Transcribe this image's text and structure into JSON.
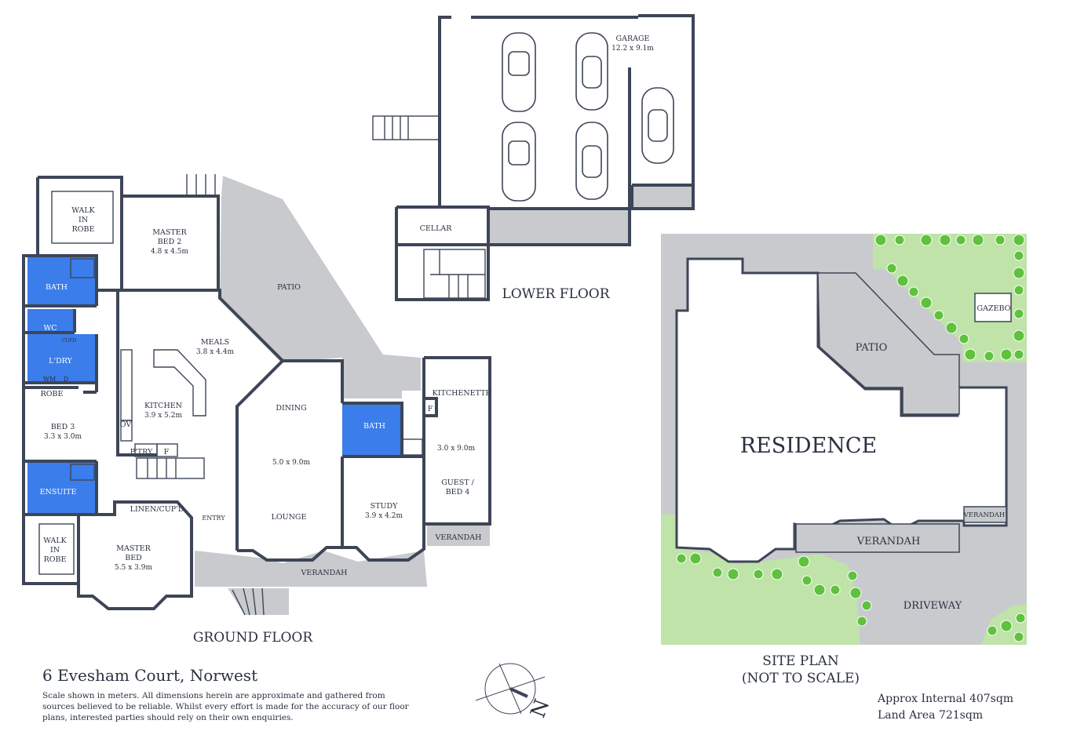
{
  "address": "6 Evesham Court, Norwest",
  "disclaimer": "Scale shown in meters. All dimensions herein are approximate and gathered from sources believed to be  reliable. Whilst every effort is made for the accuracy of our floor plans, interested parties should rely on their own enquiries.",
  "areas": {
    "internal": "Approx Internal 407sqm",
    "land": "Land Area 721sqm"
  },
  "floors": {
    "ground": "GROUND FLOOR",
    "lower": "LOWER FLOOR",
    "site": "SITE PLAN",
    "site_note": "(NOT TO SCALE)"
  },
  "compass": {
    "north": "N"
  },
  "lower_rooms": {
    "garage": "GARAGE",
    "garage_dim": "12.2 x 9.1m",
    "cellar": "CELLAR"
  },
  "ground_rooms": {
    "walk_in_robe": [
      "WALK",
      "IN",
      "ROBE"
    ],
    "master_bed2": [
      "MASTER",
      "BED 2",
      "4.8 x 4.5m"
    ],
    "patio": "PATIO",
    "bath1": "BATH",
    "wc": "WC",
    "cupd": "CUPD",
    "laundry": "L'DRY",
    "wm": "WM",
    "d": "D",
    "robe": "ROBE",
    "bed3": [
      "BED 3",
      "3.3 x 3.0m"
    ],
    "meals": [
      "MEALS",
      "3.8 x 4.4m"
    ],
    "kitchen": [
      "KITCHEN",
      "3.9 x 5.2m"
    ],
    "ov": "OV",
    "ptry": "P'TRY",
    "f1": "F",
    "dining": "DINING",
    "dining_dim": "5.0 x 9.0m",
    "lounge": "LOUNGE",
    "bath2": "BATH",
    "kitchenette": "KITCHENETTE",
    "f2": "F",
    "guest_dim": "3.0 x 9.0m",
    "guest": [
      "GUEST /",
      "BED 4"
    ],
    "ensuite": "ENSUITE",
    "linen": "LINEN/CUP'D",
    "walk_in_robe2": [
      "WALK",
      "IN",
      "ROBE"
    ],
    "master_bed": [
      "MASTER",
      "BED",
      "5.5 x 3.9m"
    ],
    "entry": "ENTRY",
    "study": [
      "STUDY",
      "3.9 x 4.2m"
    ],
    "verandah_small": "VERANDAH",
    "verandah": "VERANDAH"
  },
  "site_rooms": {
    "residence": "RESIDENCE",
    "patio": "PATIO",
    "gazebo": "GAZEBO",
    "verandah_small": "VERANDAH",
    "verandah": "VERANDAH",
    "driveway": "DRIVEWAY"
  }
}
